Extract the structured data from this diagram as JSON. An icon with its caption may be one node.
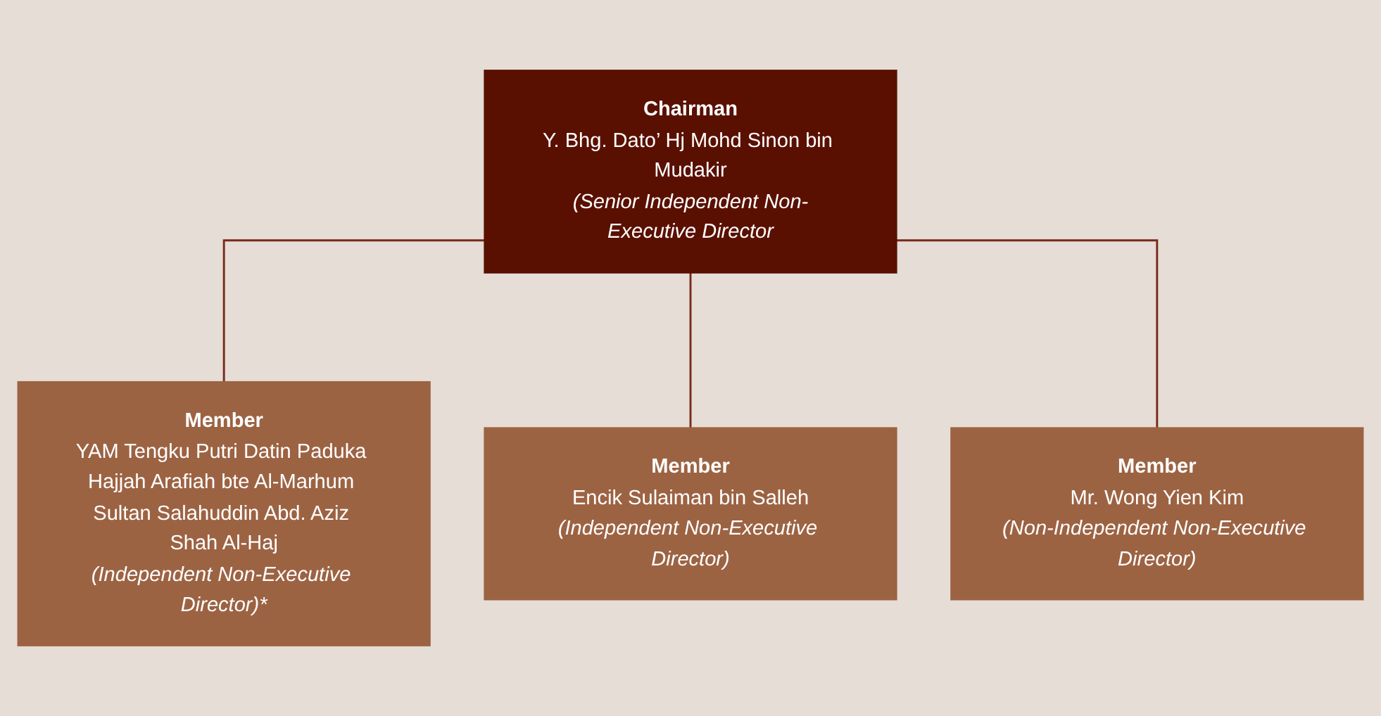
{
  "diagram": {
    "nodes": [
      {
        "text": [
          "Chairman",
          "Y. Bhg. Dato’ Hj Mohd Sinon bin Mudakir",
          "(Senior Independent Non-Executive Director"
        ]
      },
      {
        "text": [
          "Member",
          "YAM Tengku Putri Datin Paduka Hajjah Arafiah bte Al-Marhum Sultan Salahuddin Abd. Aziz Shah Al-Haj",
          "(Independent Non-Executive Director)*"
        ]
      },
      {
        "text": [
          "Member",
          "Encik Sulaiman bin Salleh",
          "(Independent Non-Executive Director)"
        ]
      },
      {
        "text": [
          "Member",
          "Mr. Wong Yien Kim",
          "(Non-Independent Non-Executive Director)"
        ]
      }
    ],
    "edges": [
      {
        "from": 0,
        "to": 1,
        "arrow": "none"
      },
      {
        "from": 0,
        "to": 2,
        "arrow": "none"
      },
      {
        "from": 0,
        "to": 3,
        "arrow": "none"
      }
    ]
  }
}
